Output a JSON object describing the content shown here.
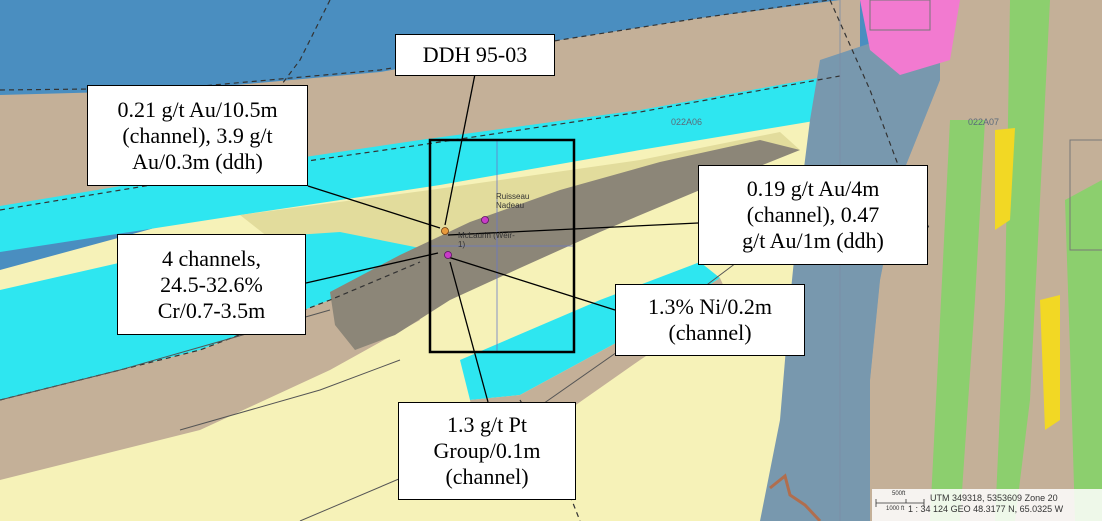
{
  "callouts": {
    "ddh": {
      "lines": [
        "DDH 95-03"
      ]
    },
    "au_channel_ddh": {
      "lines": [
        "0.21 g/t Au/10.5m",
        "(channel), 3.9 g/t",
        "Au/0.3m (ddh)"
      ]
    },
    "au_right": {
      "lines": [
        "0.19 g/t Au/4m",
        "(channel), 0.47",
        "g/t Au/1m (ddh)"
      ]
    },
    "cr_channels": {
      "lines": [
        "4 channels,",
        "24.5-32.6%",
        "Cr/0.7-3.5m"
      ]
    },
    "ni": {
      "lines": [
        "1.3% Ni/0.2m",
        "(channel)"
      ]
    },
    "pt": {
      "lines": [
        "1.3 g/t Pt",
        "Group/0.1m",
        "(channel)"
      ]
    }
  },
  "map_labels": {
    "sheet_a": "022A06",
    "sheet_b": "022A07",
    "site_nadeau_1": "Ruisseau",
    "site_nadeau_2": "Nadeau",
    "site_mclaurin_1": "McLaurin (Weir-",
    "site_mclaurin_2": "1)"
  },
  "scale_bar": {
    "label_top": "500",
    "label_top_unit": "ft",
    "label_bottom": "1000 ft",
    "ratio_line": "1 : 34 124",
    "utm_line": "UTM 349318, 5353609 Zone 20",
    "geo_line": "GEO 48.3177 N, 65.0325 W"
  },
  "colors": {
    "water": "#4a8ec0",
    "cyan_unit": "#2ee6f0",
    "pale_yellow": "#f6f2b8",
    "khaki": "#e2dc9c",
    "tan": "#c4b098",
    "dark_gray": "#8c8678",
    "slate_blue": "#7898ae",
    "pink": "#f27ad0",
    "green": "#8ccf6e",
    "bright_yellow": "#f2d824",
    "site_orange": "#e89a3c",
    "site_magenta": "#c83cc8"
  }
}
